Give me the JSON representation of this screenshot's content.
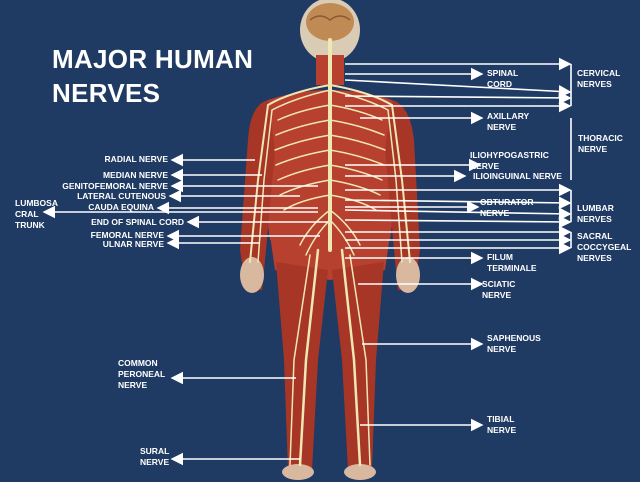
{
  "title": {
    "line1": "MAJOR HUMAN",
    "line2": "NERVES"
  },
  "labels": {
    "spinal_cord": "SPINAL\nCORD",
    "cervical": "CERVICAL\nNERVES",
    "axillary": "AXILLARY\nNERVE",
    "thoracic": "THORACIC\nNERVE",
    "iliohypogastric": "ILIOHYPOGASTRIC\nNERVE",
    "ilioinguinal": "ILIOINGUINAL NERVE",
    "obturator": "OBTURATOR\nNERVE",
    "lumbar": "LUMBAR\nNERVES",
    "sacral": "SACRAL\nCOCCYGEAL\nNERVES",
    "filum": "FILUM\nTERMINALE",
    "sciatic": "SCIATIC\nNERVE",
    "saphenous": "SAPHENOUS\nNERVE",
    "tibial": "TIBIAL\nNERVE",
    "radial": "RADIAL NERVE",
    "median": "MEDIAN NERVE",
    "genitofemoral": "GENITOFEMORAL NERVE",
    "lateral_cutenous": "LATERAL CUTENOUS",
    "cauda_equina": "CAUDA EQUINA",
    "lumbosacral": "LUMBOSA\nCRAL\nTRUNK",
    "end_spinal": "END OF SPINAL CORD",
    "femoral": "FEMORAL NERVE",
    "ulnar": "ULNAR NERVE",
    "common_peroneal": "COMMON\nPERONEAL\nNERVE",
    "sural": "SURAL\nNERVE"
  },
  "colors": {
    "background": "#1f3a63",
    "muscle": "#b8402f",
    "nerve": "#efe8b4",
    "brain": "#c08a55",
    "arrow": "#ffffff"
  }
}
